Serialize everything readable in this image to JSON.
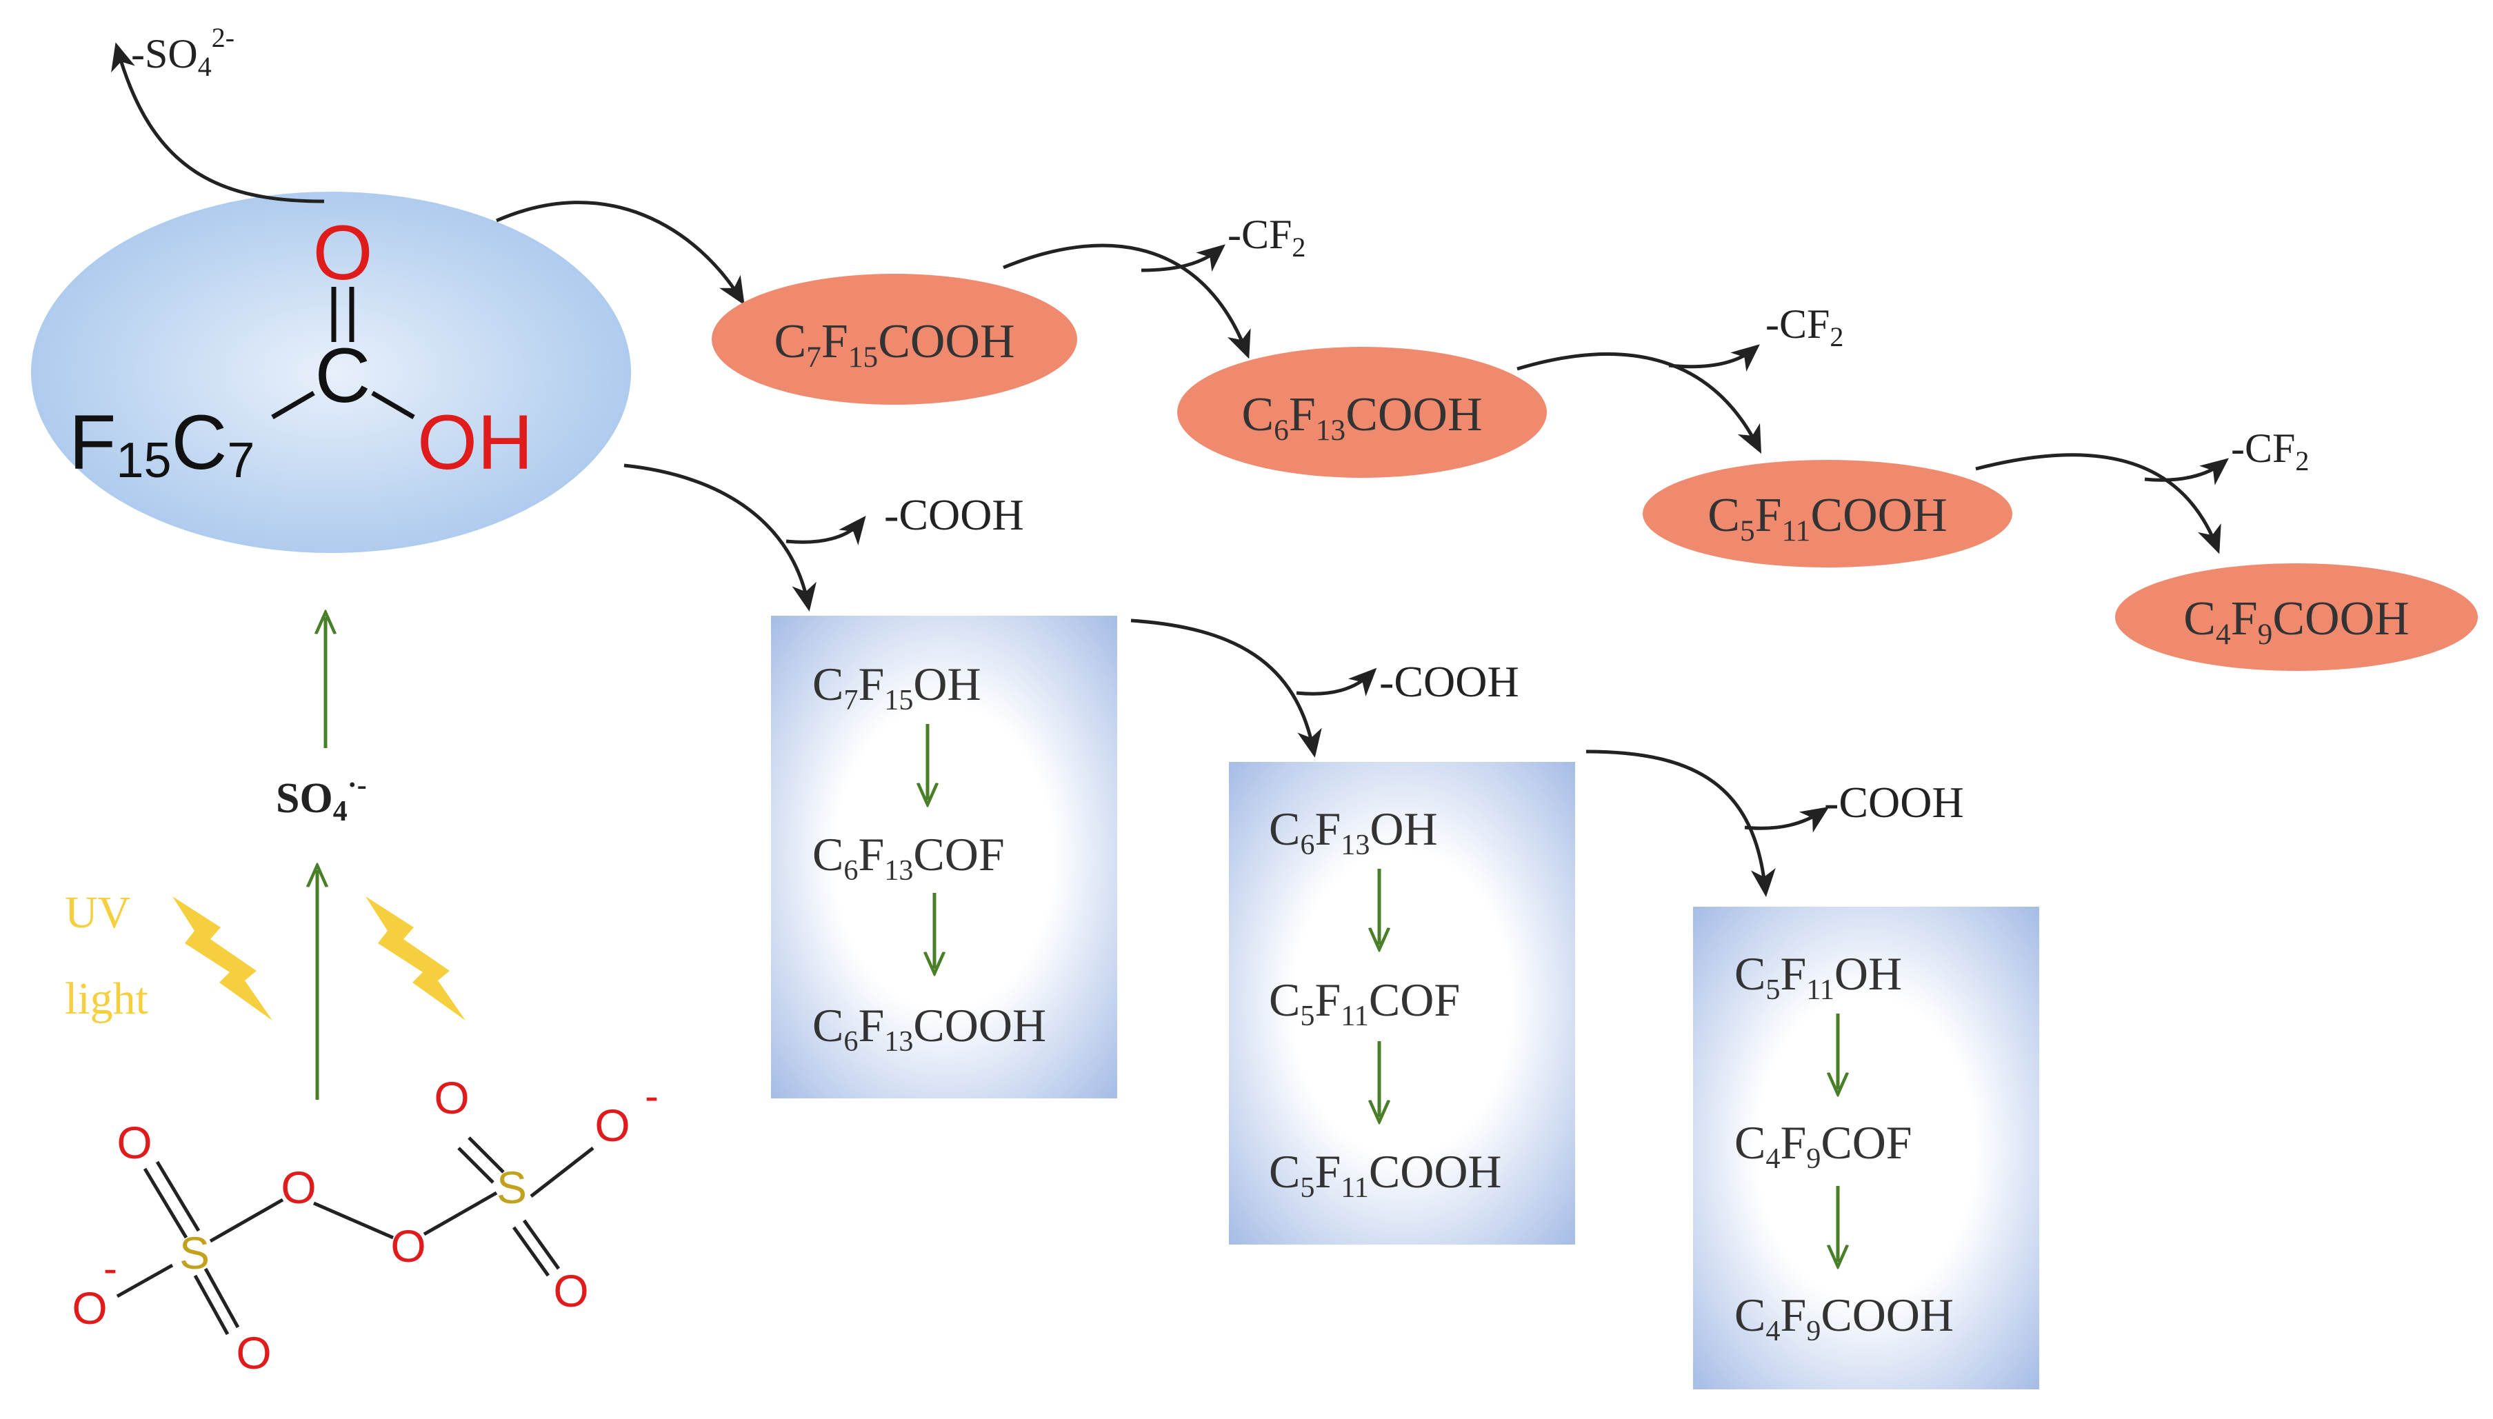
{
  "colors": {
    "pfoa_ellipse": "#a9c8ec",
    "pfoa_ellipse_edge": "#e8f0fb",
    "salmon": "#f08a6f",
    "box_edge": "#a7bde6",
    "green_arrow": "#4a7f2a",
    "black_arrow": "#222222",
    "oxygen": "#e01b1b",
    "sulfur": "#c2a11e",
    "uv_light": "#f6cf3e"
  },
  "pfoa": {
    "carbonyl_o": "O",
    "carbon": "C",
    "hydroxyl": "OH",
    "chain_f": "F",
    "chain_f_sub": "15",
    "chain_c": "C",
    "chain_c_sub": "7"
  },
  "loss_sulfate": {
    "prefix": "-SO",
    "sub": "4",
    "sup": "2-"
  },
  "sulfate_radical": {
    "base": "SO",
    "sub": "4",
    "sup": "·-"
  },
  "uv_label": {
    "line1": "UV",
    "line2": "light"
  },
  "persulfate": {
    "atoms": [
      "O",
      "O",
      "O",
      "O",
      "O",
      "O",
      "O",
      "O"
    ],
    "sulfur": [
      "S",
      "S"
    ],
    "charges": [
      "-",
      "-"
    ]
  },
  "chain_shortening": [
    {
      "parts": [
        [
          "C",
          ""
        ],
        [
          "7",
          "sub"
        ],
        [
          "F",
          ""
        ],
        [
          "15",
          "sub"
        ],
        [
          "COOH",
          ""
        ]
      ]
    },
    {
      "parts": [
        [
          "C",
          ""
        ],
        [
          "6",
          "sub"
        ],
        [
          "F",
          ""
        ],
        [
          "13",
          "sub"
        ],
        [
          "COOH",
          ""
        ]
      ]
    },
    {
      "parts": [
        [
          "C",
          ""
        ],
        [
          "5",
          "sub"
        ],
        [
          "F",
          ""
        ],
        [
          "11",
          "sub"
        ],
        [
          "COOH",
          ""
        ]
      ]
    },
    {
      "parts": [
        [
          "C",
          ""
        ],
        [
          "4",
          "sub"
        ],
        [
          "F",
          ""
        ],
        [
          "9",
          "sub"
        ],
        [
          "COOH",
          ""
        ]
      ]
    }
  ],
  "cf2_losses": [
    {
      "prefix": "-CF",
      "sub": "2"
    },
    {
      "prefix": "-CF",
      "sub": "2"
    },
    {
      "prefix": "-CF",
      "sub": "2"
    }
  ],
  "cooh_losses": [
    "-COOH",
    "-COOH",
    "-COOH"
  ],
  "boxes": [
    {
      "items": [
        [
          [
            "C",
            ""
          ],
          [
            "7",
            "sub"
          ],
          [
            "F",
            ""
          ],
          [
            "15",
            "sub"
          ],
          [
            "OH",
            ""
          ]
        ],
        [
          [
            "C",
            ""
          ],
          [
            "6",
            "sub"
          ],
          [
            "F",
            ""
          ],
          [
            "13",
            "sub"
          ],
          [
            "COF",
            ""
          ]
        ],
        [
          [
            "C",
            ""
          ],
          [
            "6",
            "sub"
          ],
          [
            "F",
            ""
          ],
          [
            "13",
            "sub"
          ],
          [
            "COOH",
            ""
          ]
        ]
      ]
    },
    {
      "items": [
        [
          [
            "C",
            ""
          ],
          [
            "6",
            "sub"
          ],
          [
            "F",
            ""
          ],
          [
            "13",
            "sub"
          ],
          [
            "OH",
            ""
          ]
        ],
        [
          [
            "C",
            ""
          ],
          [
            "5",
            "sub"
          ],
          [
            "F",
            ""
          ],
          [
            "11",
            "sub"
          ],
          [
            "COF",
            ""
          ]
        ],
        [
          [
            "C",
            ""
          ],
          [
            "5",
            "sub"
          ],
          [
            "F",
            ""
          ],
          [
            "11",
            "sub"
          ],
          [
            "COOH",
            ""
          ]
        ]
      ]
    },
    {
      "items": [
        [
          [
            "C",
            ""
          ],
          [
            "5",
            "sub"
          ],
          [
            "F",
            ""
          ],
          [
            "11",
            "sub"
          ],
          [
            "OH",
            ""
          ]
        ],
        [
          [
            "C",
            ""
          ],
          [
            "4",
            "sub"
          ],
          [
            "F",
            ""
          ],
          [
            "9",
            "sub"
          ],
          [
            "COF",
            ""
          ]
        ],
        [
          [
            "C",
            ""
          ],
          [
            "4",
            "sub"
          ],
          [
            "F",
            ""
          ],
          [
            "9",
            "sub"
          ],
          [
            "COOH",
            ""
          ]
        ]
      ]
    }
  ]
}
